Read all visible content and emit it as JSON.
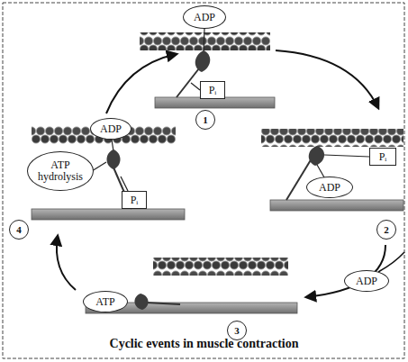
{
  "diagram": {
    "caption": "Cyclic events in muscle contraction",
    "nodes": [
      {
        "text": [
          "ADP"
        ]
      },
      {
        "text": [
          "Pᵢ"
        ]
      },
      {
        "text": [
          "1"
        ]
      },
      {
        "text": [
          "ADP"
        ]
      },
      {
        "text": [
          "ATP hydrolysis"
        ]
      },
      {
        "text": [
          "Pᵢ"
        ]
      },
      {
        "text": [
          "4"
        ]
      },
      {
        "text": [
          "Pᵢ"
        ]
      },
      {
        "text": [
          "ADP"
        ]
      },
      {
        "text": [
          "2"
        ]
      },
      {
        "text": [
          "ADP"
        ]
      },
      {
        "text": [
          "ATP"
        ]
      },
      {
        "text": [
          "3"
        ]
      }
    ]
  }
}
